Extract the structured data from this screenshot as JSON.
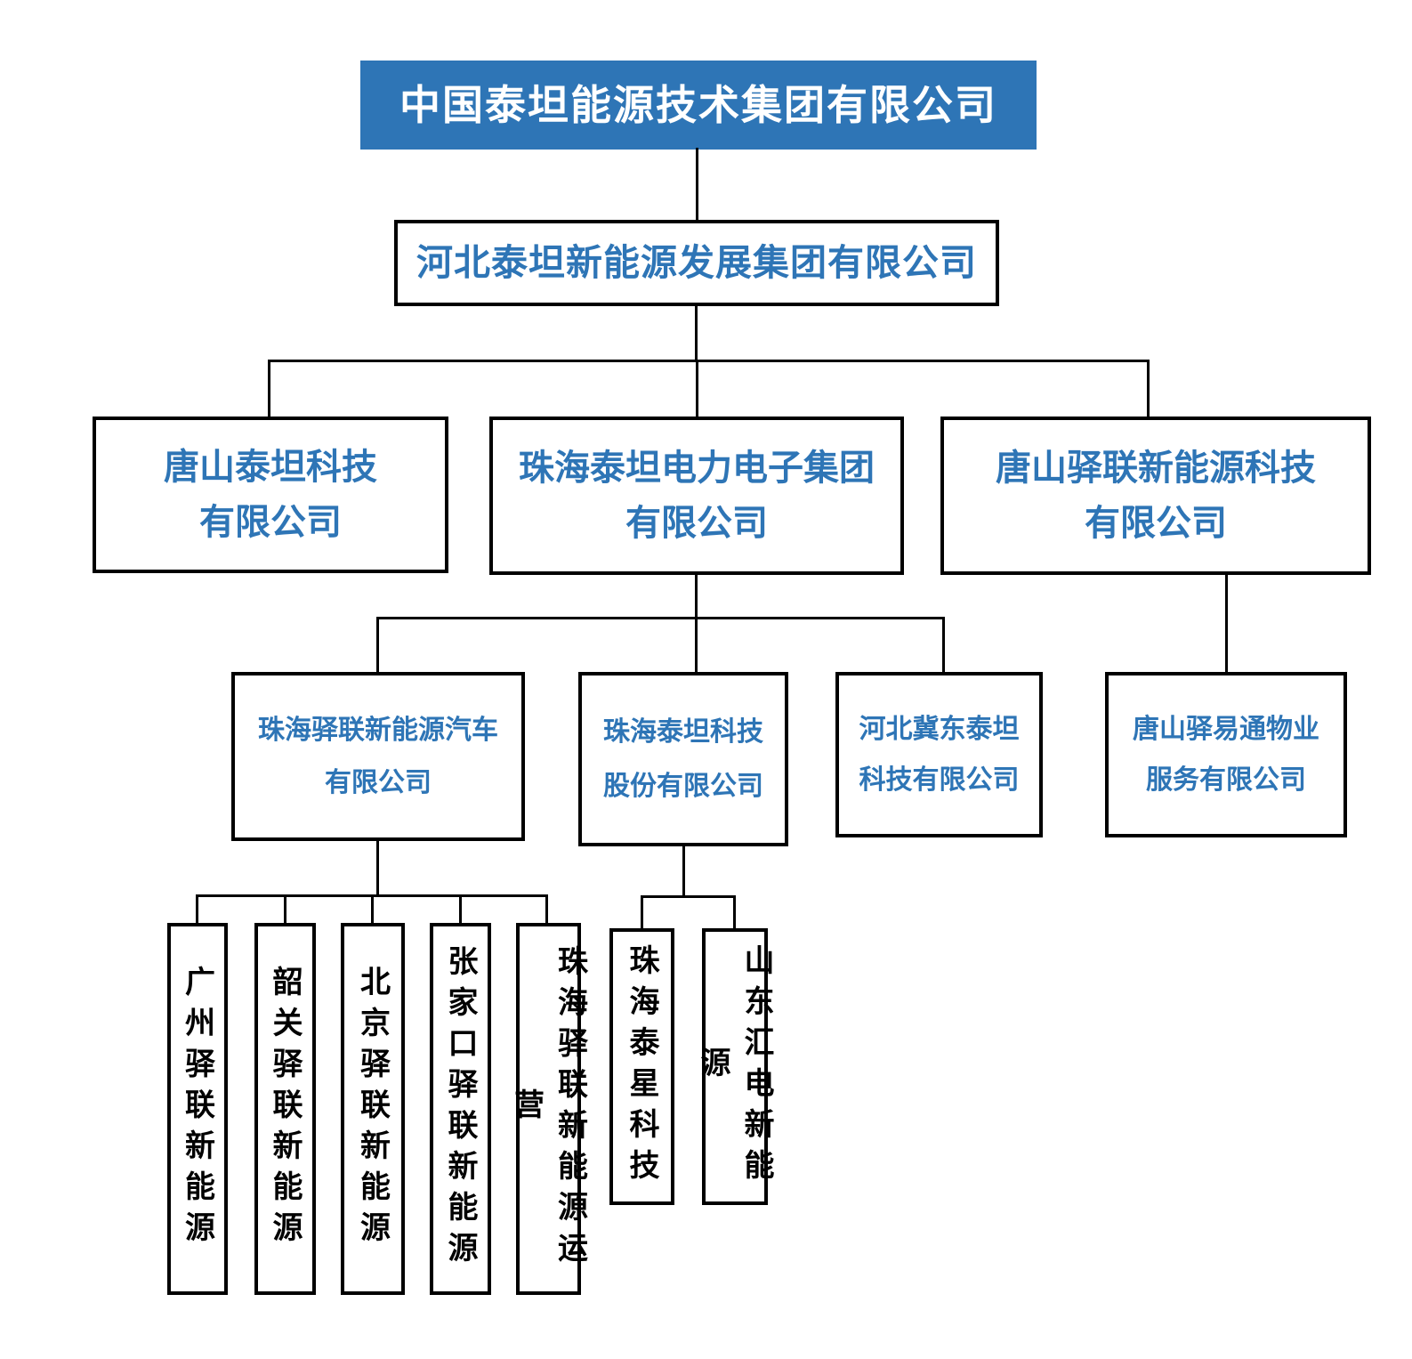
{
  "colors": {
    "accent_blue": "#2E75B6",
    "root_text": "#FFFFFF",
    "line_color": "#000000"
  },
  "org": {
    "root": {
      "name": "中国泰坦能源技术集团有限公司"
    },
    "level2": {
      "name": "河北泰坦新能源发展集团有限公司"
    },
    "level3": [
      {
        "line1": "唐山泰坦科技",
        "line2": "有限公司"
      },
      {
        "line1": "珠海泰坦电力电子集团",
        "line2": "有限公司"
      },
      {
        "line1": "唐山驿联新能源科技",
        "line2": "有限公司"
      }
    ],
    "level4": [
      {
        "line1": "珠海驿联新能源汽车",
        "line2": "有限公司"
      },
      {
        "line1": "珠海泰坦科技",
        "line2": "股份有限公司"
      },
      {
        "line1": "河北冀东泰坦",
        "line2": "科技有限公司"
      },
      {
        "line1": "唐山驿易通物业",
        "line2": "服务有限公司"
      }
    ],
    "level5_group1": [
      "广州驿联新能源",
      "韶关驿联新能源",
      "北京驿联新能源",
      "张家口驿联新能源",
      "珠海驿联新能源运营"
    ],
    "level5_group2": [
      "珠海泰星科技",
      "山东汇电新能源"
    ]
  }
}
